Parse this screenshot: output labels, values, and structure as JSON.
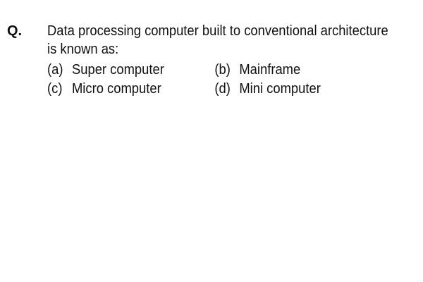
{
  "question": {
    "label": "Q.",
    "stem_line1": "Data processing computer built to conventional architecture",
    "stem_line2": "is known as:",
    "options": [
      {
        "key": "(a)",
        "text": "Super computer"
      },
      {
        "key": "(b)",
        "text": "Mainframe"
      },
      {
        "key": "(c)",
        "text": "Micro computer"
      },
      {
        "key": "(d)",
        "text": "Mini computer"
      }
    ]
  }
}
